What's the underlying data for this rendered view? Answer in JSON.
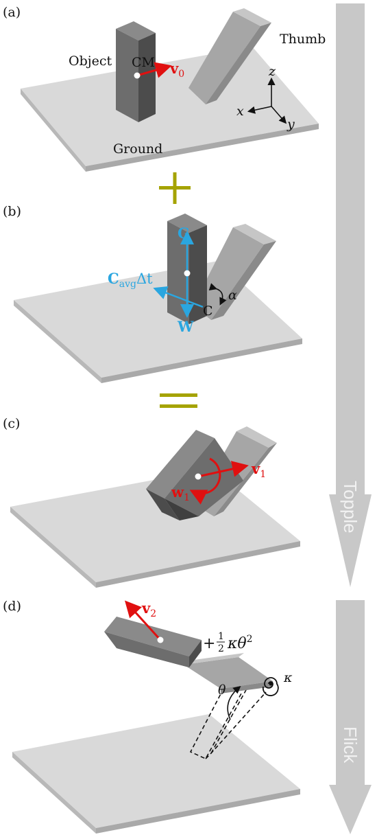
{
  "panels": {
    "a": {
      "label": "(a)",
      "object_label": "Object",
      "cm_label": "CM",
      "thumb_label": "Thumb",
      "ground_label": "Ground",
      "velocity": {
        "bold": "v",
        "sub": "0"
      },
      "axes": {
        "x": "x",
        "y": "y",
        "z": "z"
      }
    },
    "plus": "+",
    "b": {
      "label": "(b)",
      "g_label": "G",
      "w_label": "W",
      "c_label": "C",
      "alpha_label": "α",
      "cavg": {
        "bold": "C",
        "sub": "avg",
        "tail": "Δt"
      }
    },
    "equals": "=",
    "c": {
      "label": "(c)",
      "v": {
        "bold": "v",
        "sub": "1"
      },
      "w": {
        "bold": "w",
        "sub": "1"
      }
    },
    "d": {
      "label": "(d)",
      "v": {
        "bold": "v",
        "sub": "2"
      },
      "energy": {
        "prefix": "+",
        "num": "1",
        "den": "2",
        "term": "κθ",
        "sup": "2"
      },
      "theta_label": "θ",
      "kappa_label": "κ"
    }
  },
  "side_arrows": {
    "topple": "Topple",
    "flick": "Flick"
  },
  "colors": {
    "ground_top": "#d9d9d9",
    "ground_side": "#a9a9a9",
    "block_front": "#6d6d6d",
    "block_side": "#4c4c4c",
    "block_top": "#8a8a8a",
    "thumb_front": "#a6a6a6",
    "thumb_side": "#8a8a8a",
    "thumb_top": "#c6c6c6",
    "red": "#e01010",
    "blue": "#2aa6e0",
    "olive": "#a5a300",
    "side_arrow": "#c8c8c8"
  }
}
